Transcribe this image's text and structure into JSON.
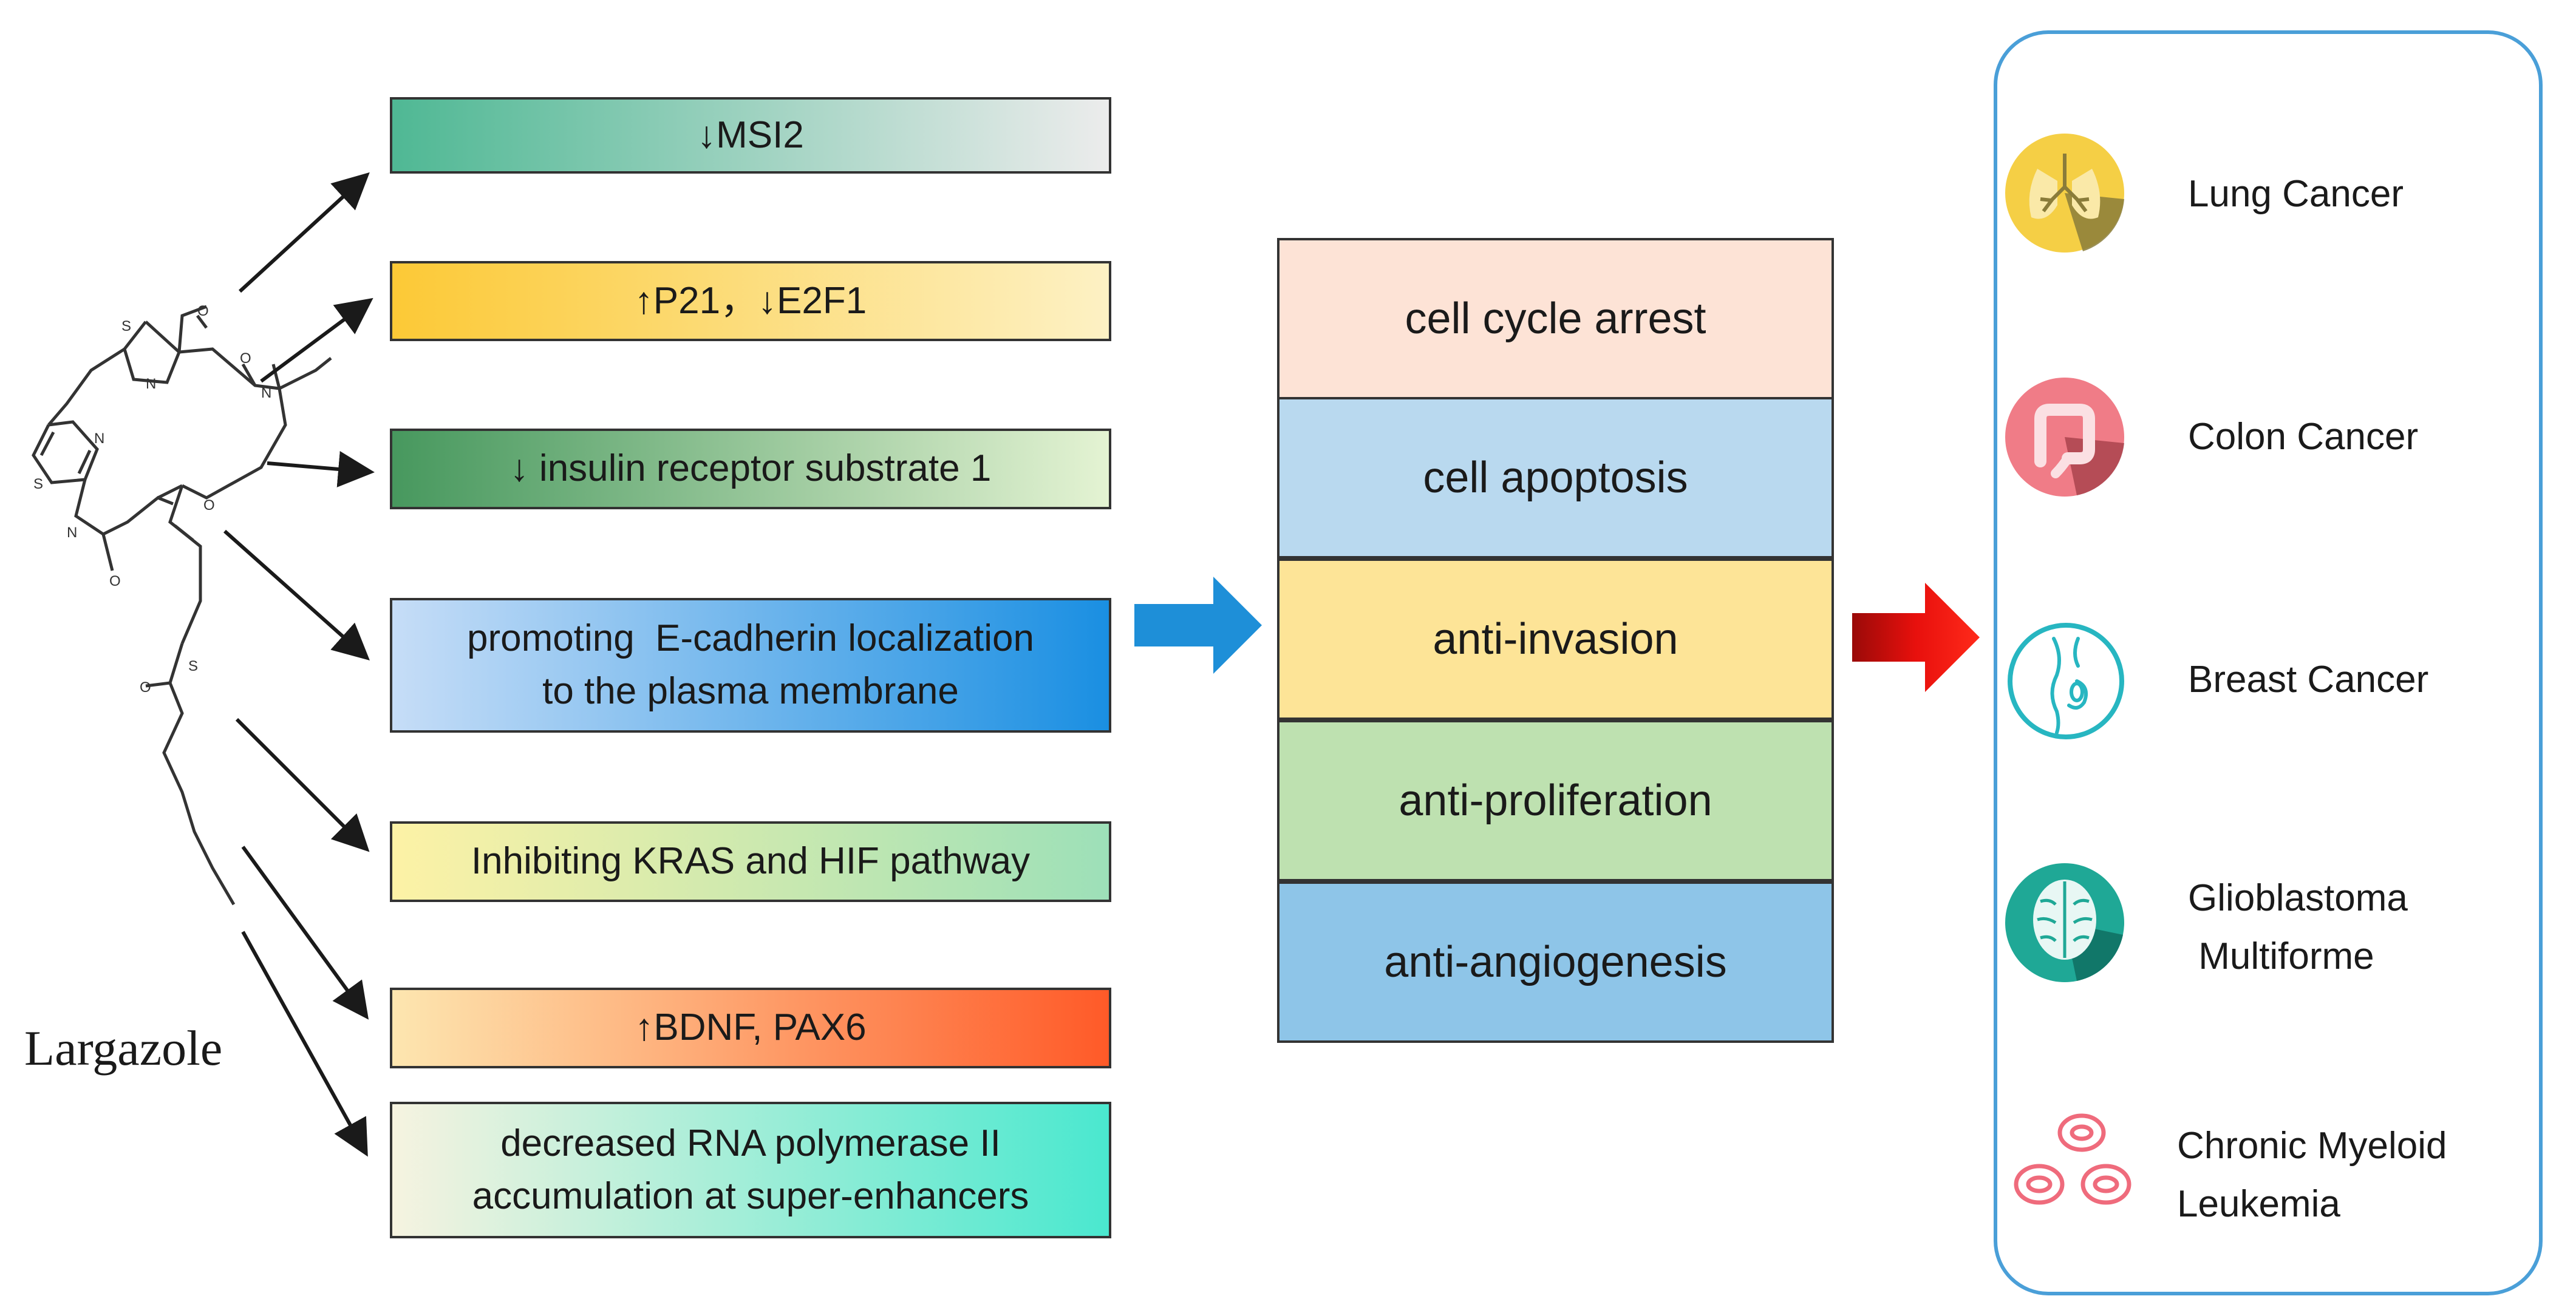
{
  "compound": {
    "name": "Largazole"
  },
  "mechanisms": [
    {
      "lines": [
        "↓MSI2"
      ],
      "gradient": [
        "#4fb894",
        "#ececec"
      ]
    },
    {
      "lines": [
        "↑P21，↓E2F1"
      ],
      "gradient": [
        "#fcc936",
        "#fdf1c4"
      ]
    },
    {
      "lines": [
        "↓ insulin receptor substrate 1"
      ],
      "gradient": [
        "#47985e",
        "#e4f3d3"
      ]
    },
    {
      "lines": [
        "promoting  E-cadherin localization",
        "to the plasma membrane"
      ],
      "gradient": [
        "#c6ddf7",
        "#1a8fe2"
      ]
    },
    {
      "lines": [
        "Inhibiting KRAS and HIF pathway"
      ],
      "gradient": [
        "#fdf2a6",
        "#9de0b8"
      ]
    },
    {
      "lines": [
        "↑BDNF, PAX6"
      ],
      "gradient": [
        "#fde6b0",
        "#ff5a28"
      ]
    },
    {
      "lines": [
        "decreased RNA polymerase II",
        "accumulation at super-enhancers"
      ],
      "gradient": [
        "#f6f3e0",
        "#4ae8cf"
      ]
    }
  ],
  "effects": [
    {
      "label": "cell cycle arrest",
      "color": "#fde3d6"
    },
    {
      "label": "cell apoptosis",
      "color": "#b9d9ef"
    },
    {
      "label": "anti-invasion",
      "color": "#fde497"
    },
    {
      "label": "anti-proliferation",
      "color": "#bee1b0"
    },
    {
      "label": "anti-angiogenesis",
      "color": "#8ec5e8"
    }
  ],
  "cancers": [
    {
      "lines": [
        "Lung Cancer"
      ],
      "icon": "lungs-icon",
      "color": "#f5cf45"
    },
    {
      "lines": [
        "Colon Cancer"
      ],
      "icon": "colon-icon",
      "color": "#f07c87"
    },
    {
      "lines": [
        "Breast Cancer"
      ],
      "icon": "breast-icon",
      "color": "#27b6c1"
    },
    {
      "lines": [
        "Glioblastoma",
        " Multiforme"
      ],
      "icon": "brain-icon",
      "color": "#1fa896"
    },
    {
      "lines": [
        "Chronic Myeloid",
        "Leukemia"
      ],
      "icon": "blood-cells-icon",
      "color": "#ef6b7c"
    }
  ],
  "arrow_colors": {
    "to_effects": "#1e8fd8",
    "to_cancers": "#e8100d"
  }
}
